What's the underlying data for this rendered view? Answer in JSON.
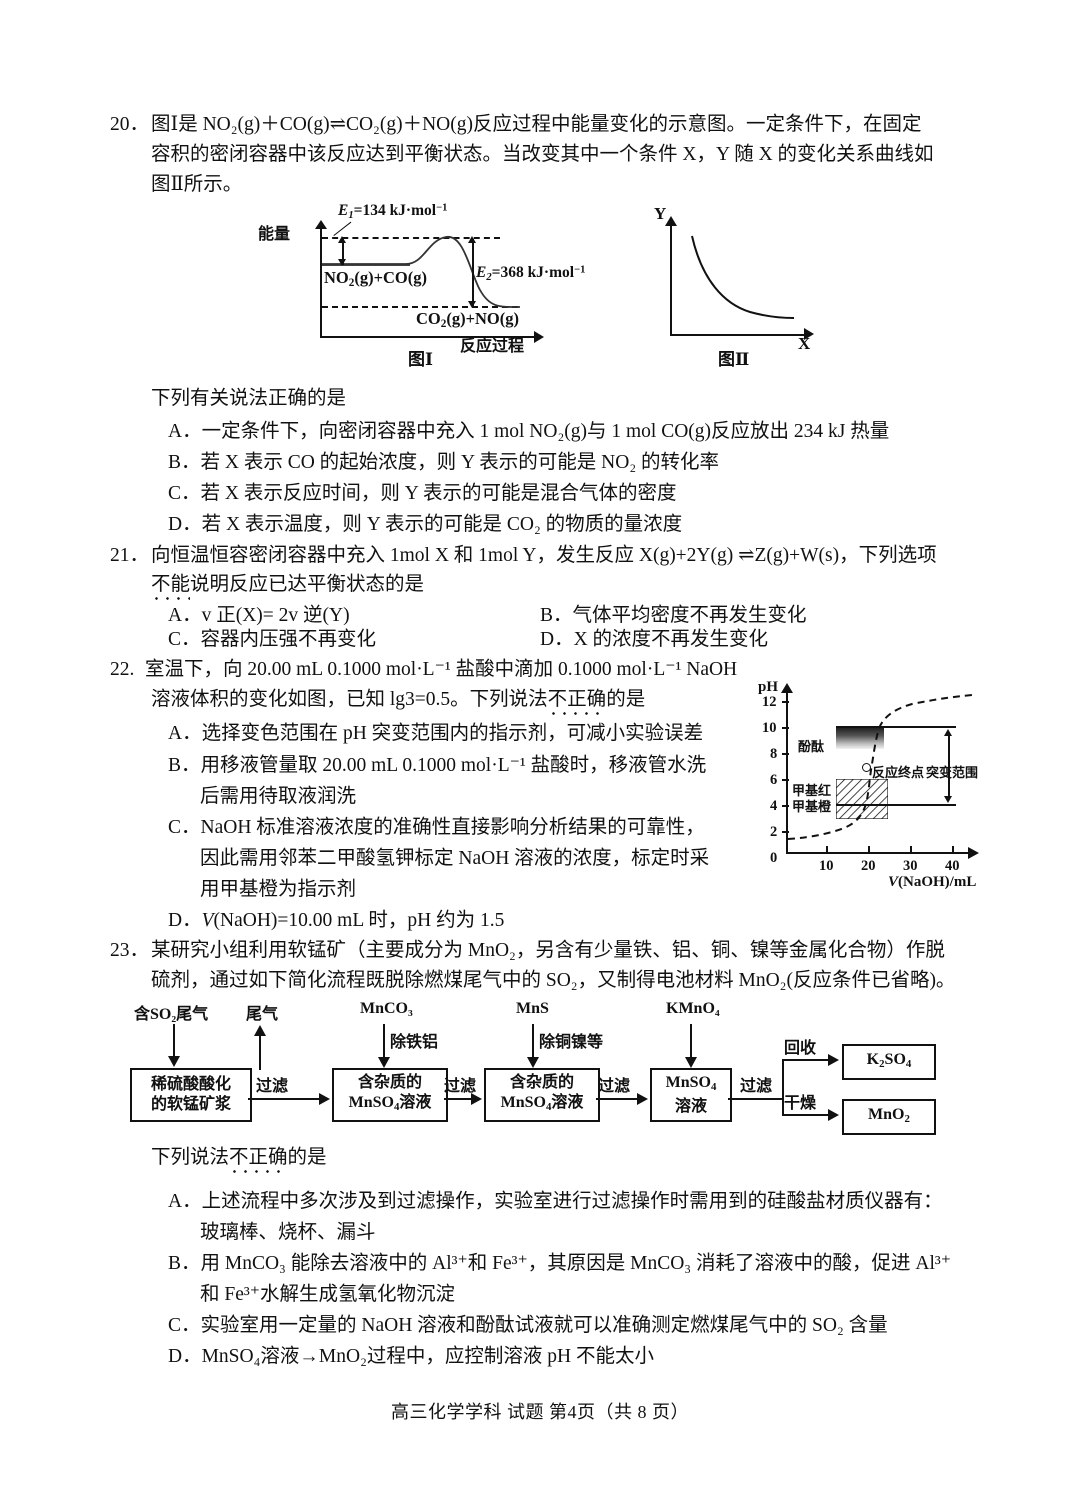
{
  "page": {
    "footer": "高三化学学科 试题 第4页（共 8 页）"
  },
  "q20": {
    "number": "20．",
    "stem_line1": "图Ⅰ是 NO₂(g)＋CO(g)⇌CO₂(g)＋NO(g)反应过程中能量变化的示意图。一定条件下，在固定",
    "stem_line2": "容积的密闭容器中该反应达到平衡状态。当改变其中一个条件 X，Y 随 X 的变化关系曲线如",
    "stem_line3": "图Ⅱ所示。",
    "lead": "下列有关说法正确的是",
    "options": [
      "A．一定条件下，向密闭容器中充入 1 mol NO₂(g)与 1 mol CO(g)反应放出 234 kJ 热量",
      "B．若 X 表示 CO 的起始浓度，则 Y 表示的可能是 NO₂ 的转化率",
      "C．若 X 表示反应时间，则 Y 表示的可能是混合气体的密度",
      "D．若 X 表示温度，则 Y 表示的可能是 CO₂ 的物质的量浓度"
    ],
    "figure1": {
      "caption": "图Ⅰ",
      "y_axis_label": "能量",
      "x_axis_label": "反应过程",
      "e1_label": "E₁=134 kJ·mol⁻¹",
      "e2_label": "E₂=368 kJ·mol⁻¹",
      "reactant_label": "NO₂(g)+CO(g)",
      "product_label": "CO₂(g)+NO(g)"
    },
    "figure2": {
      "caption": "图Ⅱ",
      "y_axis_label": "Y",
      "x_axis_label": "X",
      "curve_shape": "decreasing-convex"
    }
  },
  "q21": {
    "number": "21．",
    "stem_line1": "向恒温恒容密闭容器中充入 1mol X 和 1mol Y，发生反应 X(g)+2Y(g) ⇌Z(g)+W(s)，下列选项",
    "stem_line2_prefix": "不能",
    "stem_line2_rest": "说明反应已达平衡状态的是",
    "optionA": "A．v 正(X)= 2v 逆(Y)",
    "optionB": "B．气体平均密度不再发生变化",
    "optionC": "C．容器内压强不再变化",
    "optionD": "D．X 的浓度不再发生变化"
  },
  "q22": {
    "number": "22.",
    "stem_line1": "室温下，向 20.00 mL 0.1000 mol·L⁻¹ 盐酸中滴加 0.1000 mol·L⁻¹ NaOH",
    "stem_line2_a": "溶液体积的变化如图，已知 lg3=0.5。下列说法",
    "stem_line2_dot": "不正确",
    "stem_line2_b": "的是",
    "options": [
      "A．选择变色范围在 pH 突变范围内的指示剂，可减小实验误差",
      "B．用移液管量取 20.00 mL 0.1000 mol·L⁻¹ 盐酸时，移液管水洗",
      "后需用待取液润洗",
      "C．NaOH 标准溶液浓度的准确性直接影响分析结果的可靠性，",
      "因此需用邻苯二甲酸氢钾标定 NaOH 溶液的浓度，标定时采",
      "用甲基橙为指示剂",
      "D．V(NaOH)=10.00 mL 时，pH 约为 1.5"
    ],
    "chart_data": {
      "type": "line",
      "title": "",
      "xlabel": "V(NaOH)/mL",
      "ylabel": "pH",
      "xlim": [
        0,
        44
      ],
      "ylim": [
        0,
        13
      ],
      "xticks": [
        10,
        20,
        30,
        40
      ],
      "yticks": [
        0,
        2,
        4,
        6,
        8,
        10,
        12
      ],
      "grid": false,
      "series": [
        {
          "name": "titration curve",
          "style": "dashed",
          "x": [
            0,
            4,
            8,
            12,
            15,
            17,
            18.5,
            19.5,
            20,
            20.5,
            21.5,
            23,
            26,
            30,
            35,
            40,
            43
          ],
          "y": [
            1.0,
            1.1,
            1.25,
            1.5,
            1.8,
            2.2,
            2.7,
            3.6,
            7.0,
            10.4,
            11.3,
            11.7,
            12.0,
            12.2,
            12.4,
            12.5,
            12.6
          ]
        }
      ],
      "annotations": [
        {
          "label": "酚酞",
          "kind": "indicator-band",
          "pH_range": [
            8.2,
            10.0
          ]
        },
        {
          "label": "甲基红",
          "kind": "indicator-band",
          "pH_range": [
            4.4,
            6.2
          ]
        },
        {
          "label": "甲基橙",
          "kind": "indicator-band",
          "pH_range": [
            3.1,
            4.4
          ]
        },
        {
          "label": "反应终点",
          "kind": "point",
          "x": 20,
          "y": 7
        },
        {
          "label": "突变范围",
          "kind": "range-arrow",
          "pH_range": [
            4.3,
            10.0
          ]
        }
      ]
    }
  },
  "q23": {
    "number": "23．",
    "stem_line1": "某研究小组利用软锰矿（主要成分为 MnO₂，另含有少量铁、铝、铜、镍等金属化合物）作脱",
    "stem_line2": "硫剂，通过如下简化流程既脱除燃煤尾气中的 SO₂，又制得电池材料 MnO₂(反应条件已省略)。",
    "lead_a": "下列说法",
    "lead_dot": "不正确",
    "lead_b": "的是",
    "options": [
      "A．上述流程中多次涉及到过滤操作，实验室进行过滤操作时需用到的硅酸盐材质仪器有：",
      "玻璃棒、烧杯、漏斗",
      "B．用 MnCO₃ 能除去溶液中的 Al³⁺和 Fe³⁺，其原因是 MnCO₃ 消耗了溶液中的酸，促进 Al³⁺",
      "和 Fe³⁺水解生成氢氧化物沉淀",
      "C．实验室用一定量的 NaOH 溶液和酚酞试液就可以准确测定燃煤尾气中的 SO₂ 含量",
      "D．MnSO₄溶液→MnO₂过程中，应控制溶液 pH 不能太小"
    ],
    "flow": {
      "inputs_top": [
        {
          "label": "含SO₂尾气",
          "name": "input-so2-tail-gas"
        },
        {
          "label": "尾气",
          "name": "output-tail-gas"
        },
        {
          "label": "MnCO₃",
          "name": "reagent-mnco3"
        },
        {
          "label": "MnS",
          "name": "reagent-mns"
        },
        {
          "label": "KMnO₄",
          "name": "reagent-kmno4"
        }
      ],
      "sub_labels": [
        {
          "label": "除铁铝",
          "name": "step-remove-fe-al"
        },
        {
          "label": "除铜镍等",
          "name": "step-remove-cu-ni"
        }
      ],
      "boxes": [
        {
          "line1": "稀硫酸酸化",
          "line2": "的软锰矿浆"
        },
        {
          "line1": "含杂质的",
          "line2": "MnSO₄溶液"
        },
        {
          "line1": "含杂质的",
          "line2": "MnSO₄溶液"
        },
        {
          "line1": "MnSO₄",
          "line2": "溶液"
        },
        {
          "line1": "K₂SO₄",
          "line2": ""
        },
        {
          "line1": "MnO₂",
          "line2": ""
        }
      ],
      "arrow_labels": [
        "过滤",
        "过滤",
        "过滤",
        "过滤"
      ],
      "branch_labels": [
        "回收",
        "干燥"
      ]
    }
  }
}
